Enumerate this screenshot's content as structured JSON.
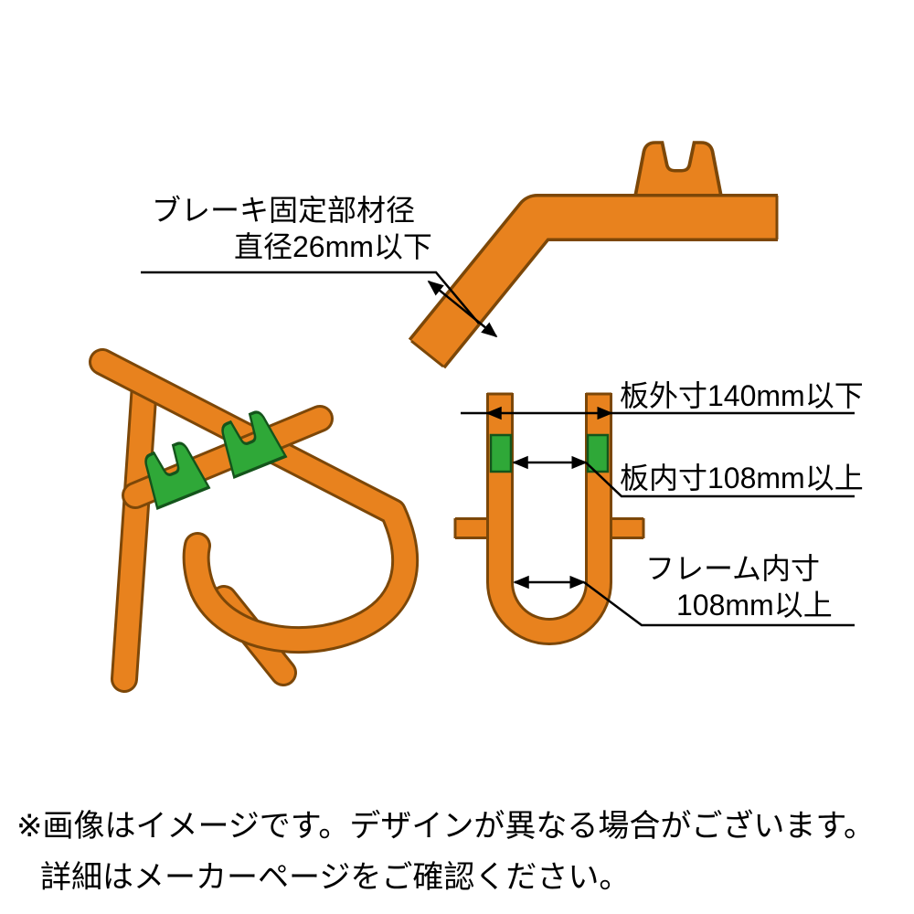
{
  "colors": {
    "tube_fill": "#E8821E",
    "tube_outline": "#7C4708",
    "clip_fill": "#2FA838",
    "clip_outline": "#14541B",
    "dim_line": "#000000",
    "text": "#000000"
  },
  "labels": {
    "brake_line1": "ブレーキ固定部材径",
    "brake_line2": "直径26mm以下",
    "plate_outer": "板外寸140mm以下",
    "plate_inner": "板内寸108mm以上",
    "frame_inner_line1": "フレーム内寸",
    "frame_inner_line2": "108mm以上"
  },
  "dimensions": {
    "brake_member_diameter_mm_max": 26,
    "plate_outer_mm_max": 140,
    "plate_inner_mm_min": 108,
    "frame_inner_mm_min": 108
  },
  "footer": {
    "line1": "※画像はイメージです。デザインが異なる場合がございます。",
    "line2": "詳細はメーカーページをご確認ください。"
  }
}
